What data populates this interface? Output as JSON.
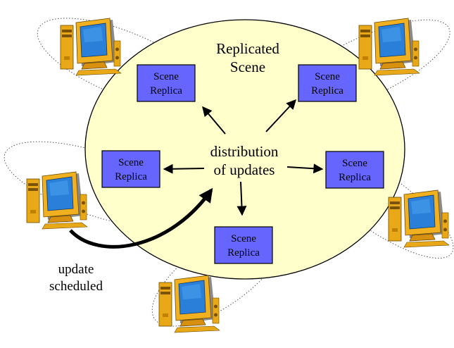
{
  "diagram": {
    "title_line1": "Replicated",
    "title_line2": "Scene",
    "center_line1": "distribution",
    "center_line2": "of updates",
    "caption_line1": "update",
    "caption_line2": "scheduled",
    "replicas": [
      {
        "line1": "Scene",
        "line2": "Replica"
      },
      {
        "line1": "Scene",
        "line2": "Replica"
      },
      {
        "line1": "Scene",
        "line2": "Replica"
      },
      {
        "line1": "Scene",
        "line2": "Replica"
      },
      {
        "line1": "Scene",
        "line2": "Replica"
      }
    ],
    "colors": {
      "scene_fill": "#ffffcc",
      "replica_fill": "#6666ff",
      "monitor_body": "#f0b020",
      "screen": "#2a7fd8"
    },
    "icons": [
      "computer-icon"
    ]
  }
}
